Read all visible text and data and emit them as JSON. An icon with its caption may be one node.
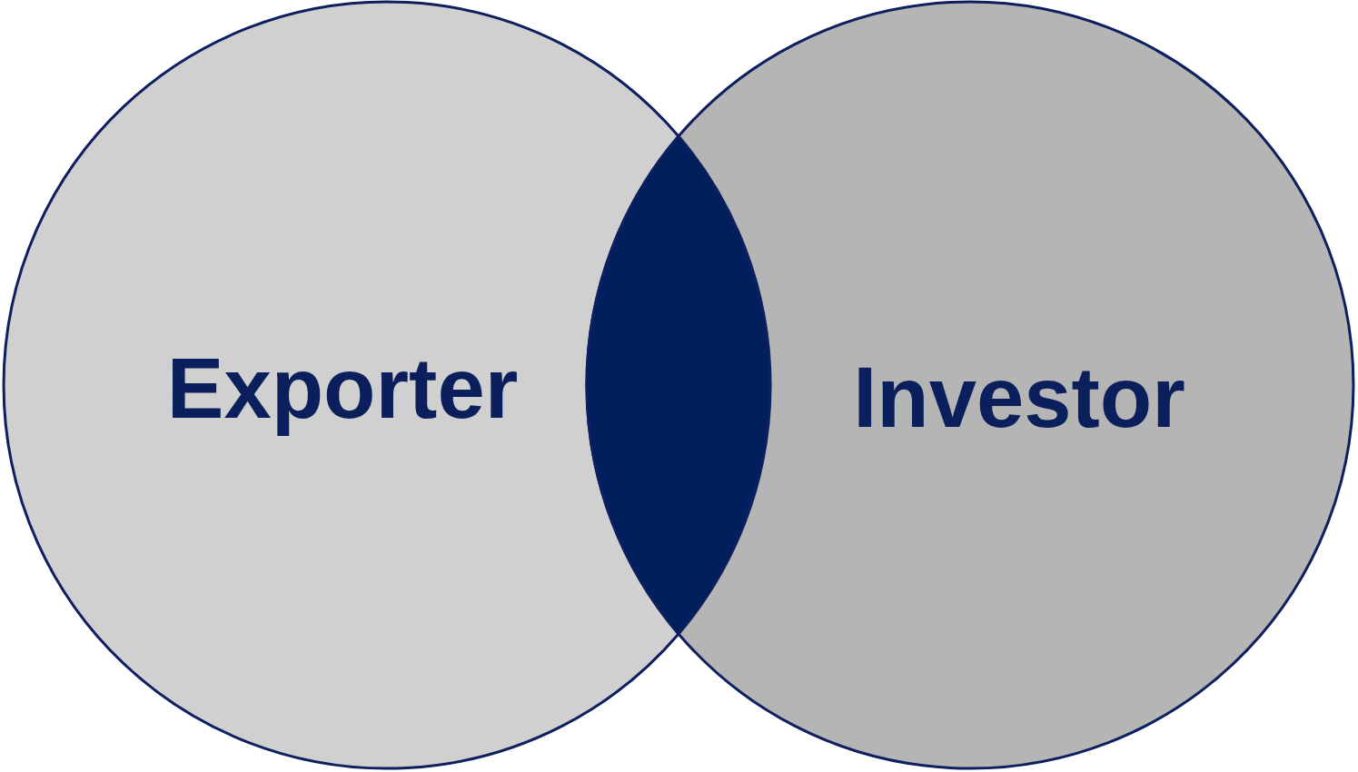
{
  "diagram": {
    "nodes": [
      {
        "text": [
          "Exporter"
        ]
      },
      {
        "text": [],
        "shape": "lens"
      },
      {
        "text": [
          "Investor"
        ]
      }
    ]
  }
}
